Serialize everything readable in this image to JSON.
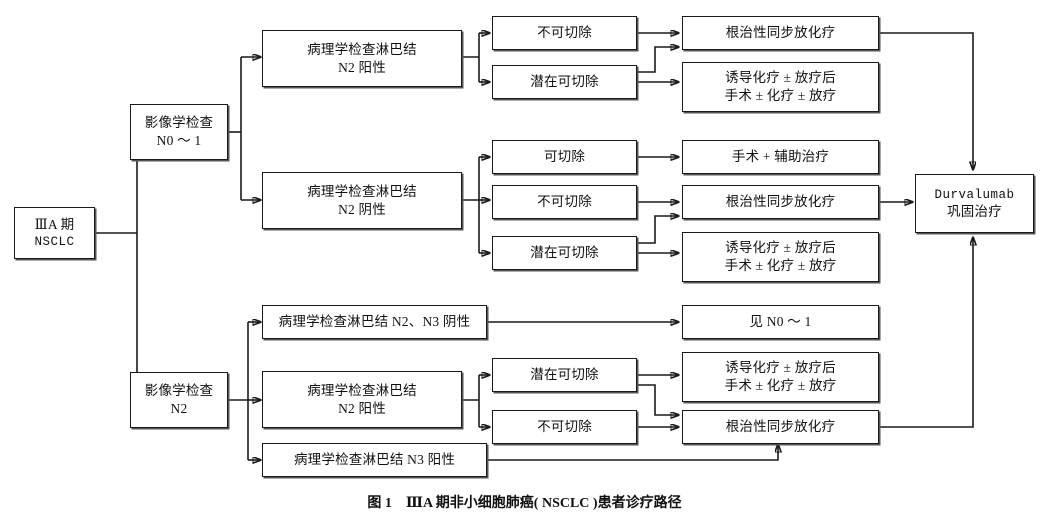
{
  "figure": {
    "caption_label": "图 1",
    "caption_text": "ⅢA 期非小细胞肺癌( NSCLC )患者诊疗路径",
    "background": "#ffffff",
    "line_color": "#1a1a1a",
    "box_border": "#1a1a1a"
  },
  "nodes": {
    "root": {
      "l1": "ⅢA 期",
      "l2": "NSCLC"
    },
    "imaging_n01": {
      "l1": "影像学检查",
      "l2": "N0 ～ 1"
    },
    "imaging_n2": {
      "l1": "影像学检查",
      "l2": "N2"
    },
    "path_n2_pos_top": {
      "l1": "病理学检查淋巴结",
      "l2": "N2 阳性"
    },
    "path_n2_neg": {
      "l1": "病理学检查淋巴结",
      "l2": "N2 阴性"
    },
    "path_n2n3_neg": {
      "l1": "病理学检查淋巴结 N2、N3 阴性"
    },
    "path_n2_pos_bottom": {
      "l1": "病理学检查淋巴结",
      "l2": "N2 阳性"
    },
    "path_n3_pos": {
      "l1": "病理学检查淋巴结 N3 阳性"
    },
    "unresectable_1": {
      "l1": "不可切除"
    },
    "potentially_resectable_1": {
      "l1": "潜在可切除"
    },
    "resectable_2": {
      "l1": "可切除"
    },
    "unresectable_2": {
      "l1": "不可切除"
    },
    "potentially_resectable_2": {
      "l1": "潜在可切除"
    },
    "potentially_resectable_3": {
      "l1": "潜在可切除"
    },
    "unresectable_3": {
      "l1": "不可切除"
    },
    "crt_1": {
      "l1": "根治性同步放化疗"
    },
    "induction_1": {
      "l1": "诱导化疗 ± 放疗后",
      "l2": "手术 ± 化疗 ± 放疗"
    },
    "surgery_adjuvant": {
      "l1": "手术 + 辅助治疗"
    },
    "crt_2": {
      "l1": "根治性同步放化疗"
    },
    "induction_2": {
      "l1": "诱导化疗 ± 放疗后",
      "l2": "手术 ± 化疗 ± 放疗"
    },
    "see_n01": {
      "l1": "见 N0 ～ 1"
    },
    "induction_3": {
      "l1": "诱导化疗 ± 放疗后",
      "l2": "手术 ± 化疗 ± 放疗"
    },
    "crt_3": {
      "l1": "根治性同步放化疗"
    },
    "durvalumab": {
      "l1": "Durvalumab",
      "l2": "巩固治疗"
    }
  }
}
